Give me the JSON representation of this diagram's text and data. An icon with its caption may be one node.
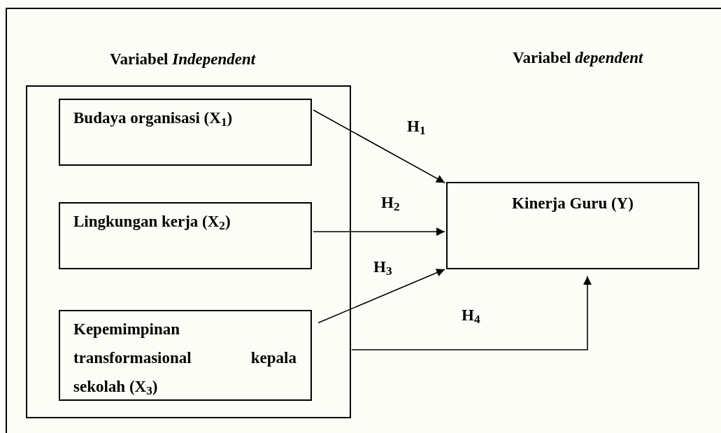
{
  "diagram": {
    "nodes": [
      {
        "text": [
          "Variabel *Independent*"
        ]
      },
      {
        "text": [
          "Budaya organisasi (X$_{1}$)"
        ],
        "in": 0
      },
      {
        "text": [
          "Lingkungan kerja (X$_{2}$)"
        ],
        "in": 0
      },
      {
        "text": [
          "Kepemimpinan transformasional kepala sekolah (X$_{3}$)"
        ],
        "in": 0
      },
      {
        "text": [
          "Kinerja Guru (Y)"
        ]
      }
    ],
    "edges": [
      {
        "from": 1,
        "to": 4,
        "arrow": "to",
        "label": "H$_{1}$"
      },
      {
        "from": 2,
        "to": 4,
        "arrow": "to",
        "label": "H$_{2}$"
      },
      {
        "from": 3,
        "to": 4,
        "arrow": "to",
        "label": "H$_{3}$"
      },
      {
        "from": 0,
        "to": 4,
        "arrow": "to",
        "label": "H$_{4}$"
      }
    ],
    "labels": [
      "Variabel *dependent*"
    ]
  }
}
